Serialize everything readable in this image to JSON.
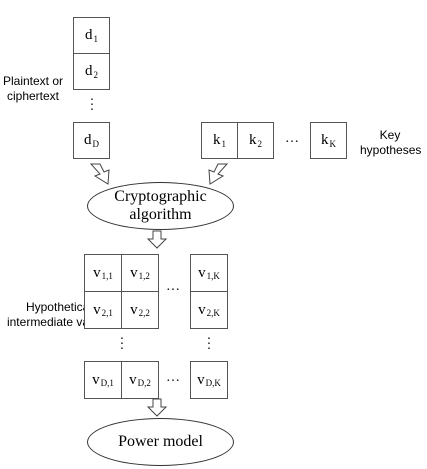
{
  "labels": {
    "plaintext": "Plaintext or ciphertext",
    "key_hypotheses": "Key hypotheses",
    "hypothetical": "Hypothetical intermediate values"
  },
  "data_cells": [
    {
      "base": "d",
      "sub": "1"
    },
    {
      "base": "d",
      "sub": "2"
    },
    {
      "base": "d",
      "sub": "D"
    }
  ],
  "key_cells": [
    {
      "base": "k",
      "sub": "1"
    },
    {
      "base": "k",
      "sub": "2"
    },
    {
      "base": "k",
      "sub": "K"
    }
  ],
  "value_cells": {
    "v11": {
      "base": "v",
      "sub": "1,1"
    },
    "v12": {
      "base": "v",
      "sub": "1,2"
    },
    "v1K": {
      "base": "v",
      "sub": "1,K"
    },
    "v21": {
      "base": "v",
      "sub": "2,1"
    },
    "v22": {
      "base": "v",
      "sub": "2,2"
    },
    "v2K": {
      "base": "v",
      "sub": "2,K"
    },
    "vD1": {
      "base": "v",
      "sub": "D,1"
    },
    "vD2": {
      "base": "v",
      "sub": "D,2"
    },
    "vDK": {
      "base": "v",
      "sub": "D,K"
    }
  },
  "ellipses": {
    "crypto_line1": "Cryptographic",
    "crypto_line2": "algorithm",
    "power": "Power model"
  },
  "ellipsis": "…",
  "vertical_ellipsis": "⋮"
}
